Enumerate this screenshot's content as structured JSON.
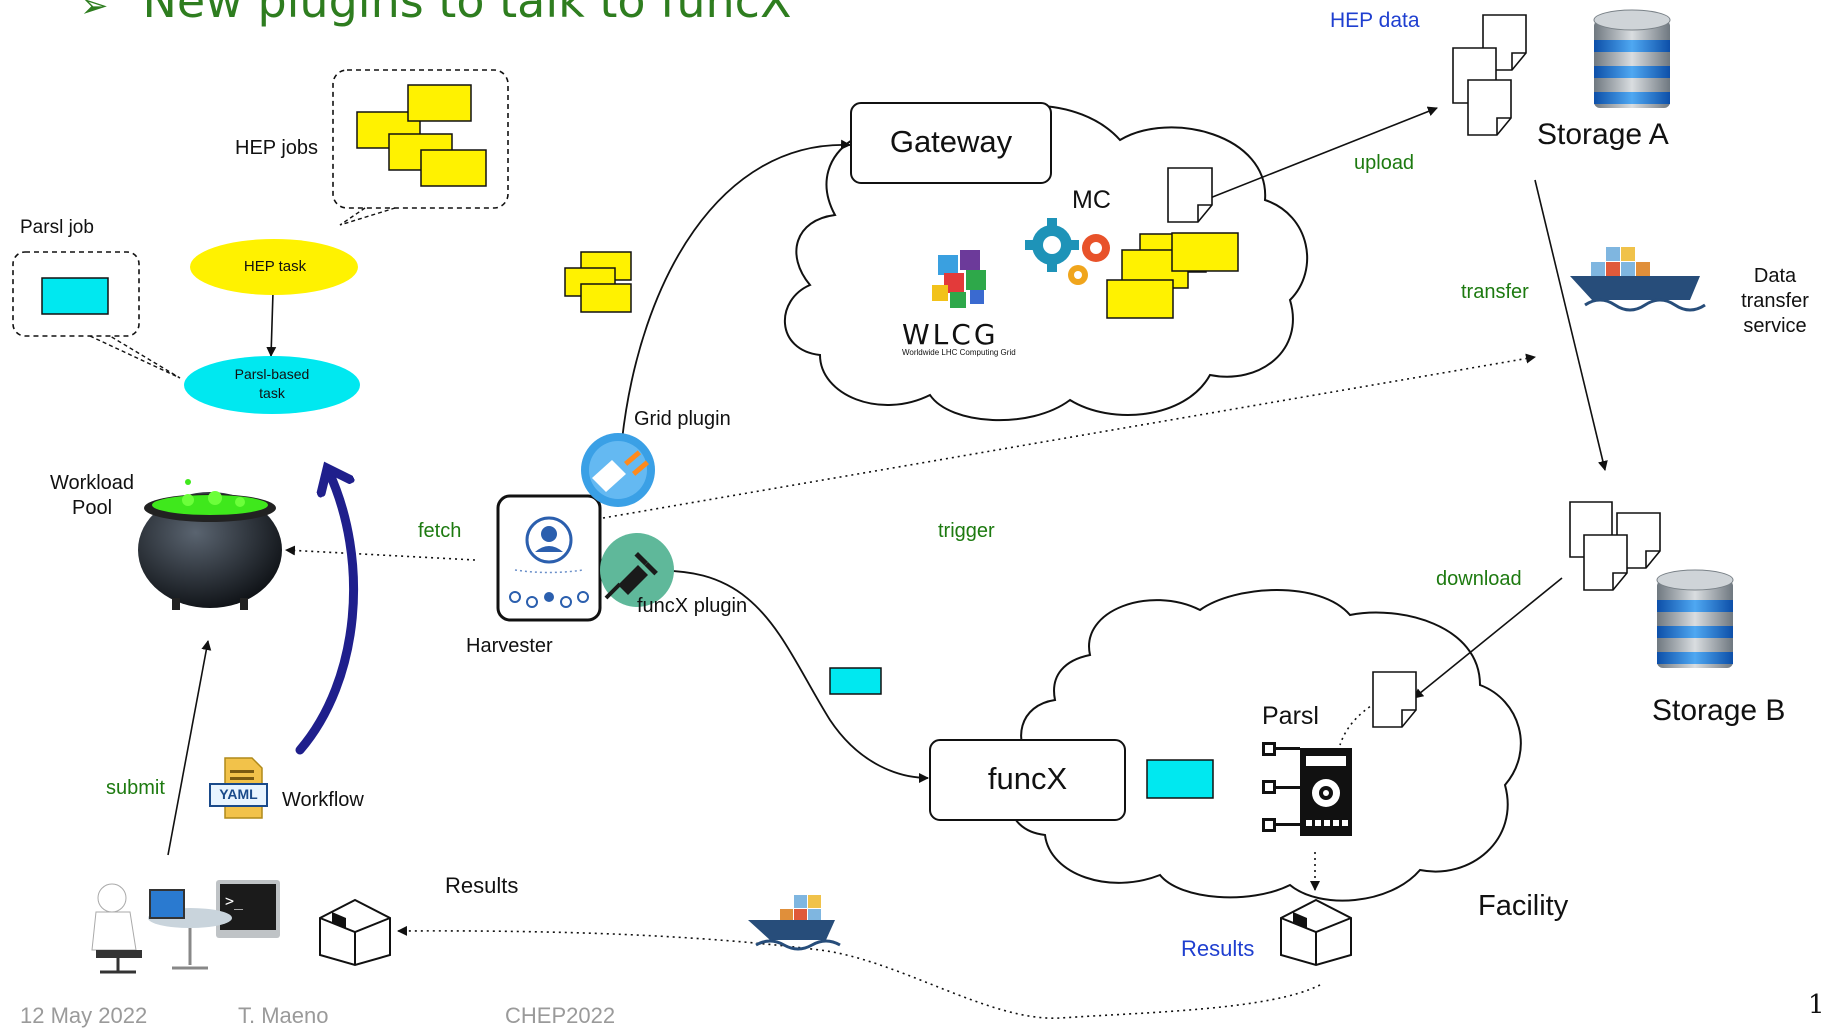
{
  "slide": {
    "title": "New plugins to talk to funcX",
    "bullet": "➢",
    "page_number": "1",
    "footer": {
      "date": "12 May 2022",
      "author": "T. Maeno",
      "conference": "CHEP2022"
    }
  },
  "labels": {
    "hep_jobs": "HEP jobs",
    "parsl_job": "Parsl job",
    "hep_task": "HEP task",
    "parsl_based_task_line1": "Parsl-based",
    "parsl_based_task_line2": "task",
    "workload_pool_line1": "Workload",
    "workload_pool_line2": "Pool",
    "fetch": "fetch",
    "harvester": "Harvester",
    "grid_plugin": "Grid plugin",
    "funcx_plugin": "funcX plugin",
    "trigger": "trigger",
    "gateway": "Gateway",
    "mc": "MC",
    "wlcg": "WLCG",
    "wlcg_sub": "Worldwide LHC Computing Grid",
    "upload": "upload",
    "hep_data": "HEP data",
    "storage_a": "Storage A",
    "transfer": "transfer",
    "data_transfer_service_line1": "Data",
    "data_transfer_service_line2": "transfer",
    "data_transfer_service_line3": "service",
    "download": "download",
    "storage_b": "Storage B",
    "funcx": "funcX",
    "parsl": "Parsl",
    "facility": "Facility",
    "results_facility": "Results",
    "results_user": "Results",
    "submit": "submit",
    "workflow": "Workflow",
    "yaml": "YAML",
    "terminal_prompt": ">_"
  },
  "colors": {
    "task_yellow": "#fff200",
    "task_cyan": "#00e8f0",
    "label_green": "#1d7a10",
    "label_blue": "#1f3fd0",
    "big_arrow": "#1f1f8c"
  }
}
